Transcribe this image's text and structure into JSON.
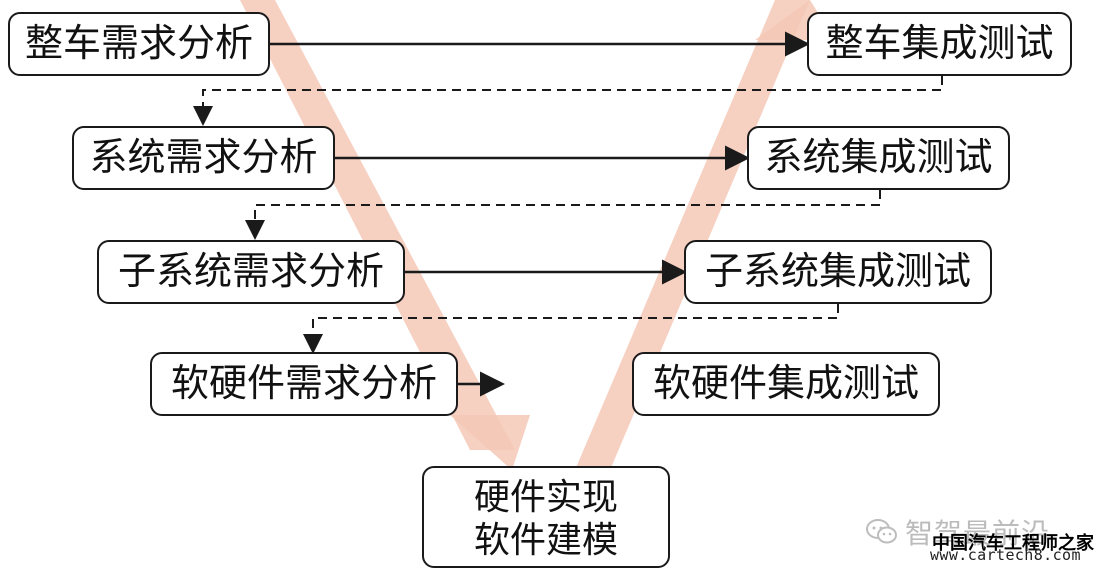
{
  "diagram": {
    "left_column": [
      "整车需求分析",
      "系统需求分析",
      "子系统需求分析",
      "软硬件需求分析"
    ],
    "right_column": [
      "整车集成测试",
      "系统集成测试",
      "子系统集成测试",
      "软硬件集成测试"
    ],
    "bottom_box": {
      "line1": "硬件实现",
      "line2": "软件建模"
    }
  },
  "watermark": {
    "brand": "智驾最前沿",
    "tagline": "中国汽车工程师之家",
    "url": "www.cartech8.com",
    "icon": "wechat-icon"
  },
  "colors": {
    "v_band": "#f4c8b6",
    "box_border": "#1a1a1a",
    "arrow": "#1a1a1a",
    "text": "#111111"
  }
}
